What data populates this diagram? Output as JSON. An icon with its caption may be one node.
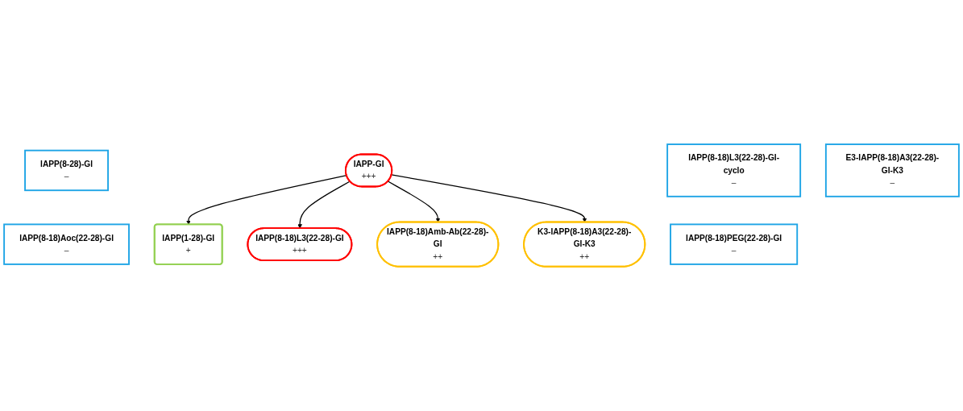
{
  "diagram": {
    "nodes": [
      {
        "text": [
          "IAPP(8-28)-GI",
          "–"
        ]
      },
      {
        "text": [
          "IAPP(1-28)-GI",
          "+"
        ]
      },
      {
        "text": [
          "IAPP(8-18)L3(22-28)-GI",
          "+++"
        ]
      },
      {
        "text": [
          "IAPP-GI",
          "+++"
        ]
      },
      {
        "text": [
          "IAPP(8-18)Aoc(22-28)-GI",
          "–"
        ]
      },
      {
        "text": [
          "IAPP(8-18)L3(22-28)-GI-cyclo",
          "–"
        ]
      },
      {
        "text": [
          "IAPP(8-18)PEG(22-28)-GI",
          "–"
        ]
      },
      {
        "text": [
          "IAPP(8-18)Amb-Ab(22-28)-GI",
          "++"
        ]
      },
      {
        "text": [
          "K3-IAPP(8-18)A3(22-28)-GI-K3",
          "++"
        ]
      },
      {
        "text": [
          "E3-IAPP(8-18)A3(22-28)-GI-K3",
          "–"
        ]
      }
    ],
    "edges": [
      {
        "from": 3,
        "to": 1,
        "arrow": "to"
      },
      {
        "from": 3,
        "to": 2,
        "arrow": "to"
      },
      {
        "from": 3,
        "to": 7,
        "arrow": "to"
      },
      {
        "from": 3,
        "to": 8,
        "arrow": "to"
      }
    ]
  }
}
